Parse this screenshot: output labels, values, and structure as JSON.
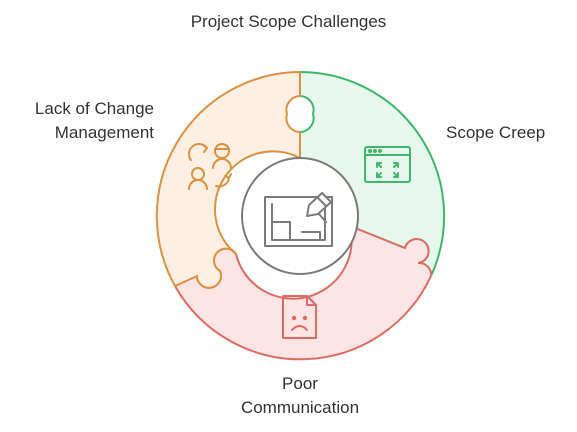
{
  "title": "Project Scope Challenges",
  "segments": [
    {
      "id": "scope-creep",
      "lines": [
        "Scope Creep"
      ],
      "icon": "browser-expand-icon",
      "fill": "#e6f7ee",
      "stroke": "#3fb76b"
    },
    {
      "id": "poor-communication",
      "lines": [
        "Poor",
        "Communication"
      ],
      "icon": "sad-document-icon",
      "fill": "#fde5e5",
      "stroke": "#df6a63"
    },
    {
      "id": "lack-of-change-management",
      "lines": [
        "Lack of Change",
        "Management"
      ],
      "icon": "people-exchange-icon",
      "fill": "#fdf0e3",
      "stroke": "#dc9140"
    }
  ],
  "center": {
    "icon": "blueprint-pencil-icon",
    "stroke": "#7a7a7a",
    "fill": "#ffffff"
  }
}
